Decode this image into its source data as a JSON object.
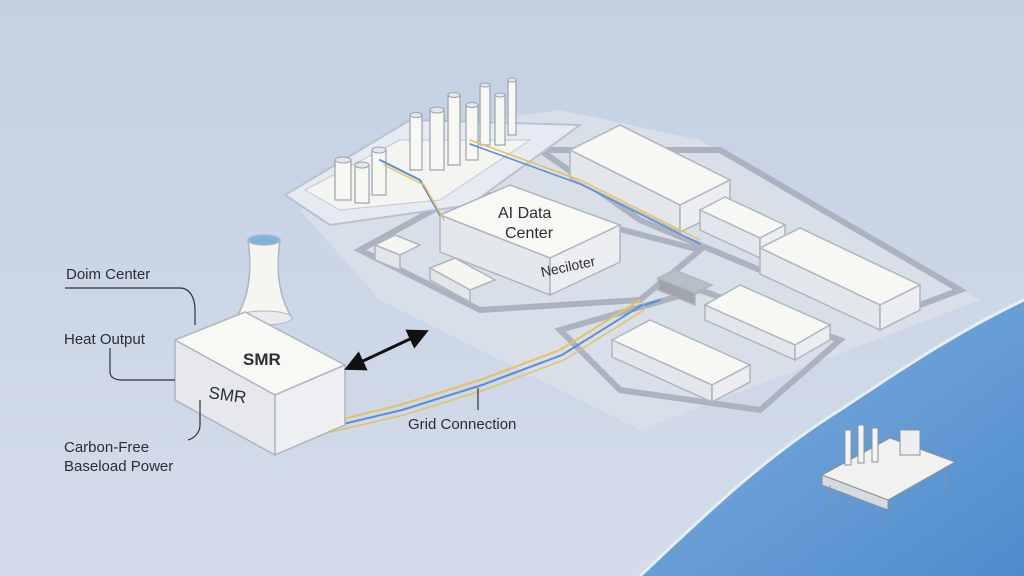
{
  "labels": {
    "domain_center": "Doim Center",
    "heat_output": "Heat Output",
    "carbon_free_line1": "Carbon-Free",
    "carbon_free_line2": "Baseload Power",
    "smr_top": "SMR",
    "smr_front": "SMR",
    "ai_line1": "AI Data",
    "ai_line2": "Center",
    "neciloter": "Neciloter",
    "grid_connection": "Grid Connection"
  },
  "colors": {
    "background": "#c9d6e6",
    "ground": "#dde4ee",
    "sea": "#6aa2d6",
    "building": "#f2f1ee",
    "line_yellow": "#e6c35a",
    "line_blue": "#5a8fd6"
  }
}
